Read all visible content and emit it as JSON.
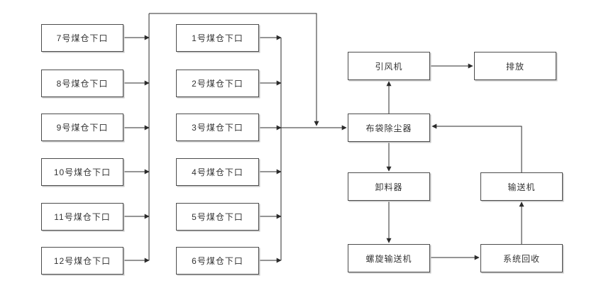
{
  "diagram": {
    "type": "process-flowchart",
    "background_color": "#ffffff",
    "line_color": "#2b2b2b",
    "box_border_color": "#4c4c4c",
    "text_color": "#333333",
    "nodes": [
      {
        "id": "bunker-7",
        "label": "7号煤仓下口"
      },
      {
        "id": "bunker-8",
        "label": "8号煤仓下口"
      },
      {
        "id": "bunker-9",
        "label": "9号煤仓下口"
      },
      {
        "id": "bunker-10",
        "label": "10号煤仓下口"
      },
      {
        "id": "bunker-11",
        "label": "11号煤仓下口"
      },
      {
        "id": "bunker-12",
        "label": "12号煤仓下口"
      },
      {
        "id": "bunker-1",
        "label": "1号煤仓下口"
      },
      {
        "id": "bunker-2",
        "label": "2号煤仓下口"
      },
      {
        "id": "bunker-3",
        "label": "3号煤仓下口"
      },
      {
        "id": "bunker-4",
        "label": "4号煤仓下口"
      },
      {
        "id": "bunker-5",
        "label": "5号煤仓下口"
      },
      {
        "id": "bunker-6",
        "label": "6号煤仓下口"
      },
      {
        "id": "induced-draft-fan",
        "label": "引风机"
      },
      {
        "id": "discharge",
        "label": "排放"
      },
      {
        "id": "bag-dust-collector",
        "label": "布袋除尘器"
      },
      {
        "id": "unloader",
        "label": "卸料器"
      },
      {
        "id": "conveyor",
        "label": "输送机"
      },
      {
        "id": "screw-conveyor",
        "label": "螺旋输送机"
      },
      {
        "id": "system-recovery",
        "label": "系统回收"
      }
    ],
    "edges": [
      {
        "from": "bunker-7",
        "to": "bag-dust-collector"
      },
      {
        "from": "bunker-8",
        "to": "bag-dust-collector"
      },
      {
        "from": "bunker-9",
        "to": "bag-dust-collector"
      },
      {
        "from": "bunker-10",
        "to": "bag-dust-collector"
      },
      {
        "from": "bunker-11",
        "to": "bag-dust-collector"
      },
      {
        "from": "bunker-12",
        "to": "bag-dust-collector"
      },
      {
        "from": "bunker-1",
        "to": "bag-dust-collector"
      },
      {
        "from": "bunker-2",
        "to": "bag-dust-collector"
      },
      {
        "from": "bunker-3",
        "to": "bag-dust-collector"
      },
      {
        "from": "bunker-4",
        "to": "bag-dust-collector"
      },
      {
        "from": "bunker-5",
        "to": "bag-dust-collector"
      },
      {
        "from": "bunker-6",
        "to": "bag-dust-collector"
      },
      {
        "from": "bag-dust-collector",
        "to": "induced-draft-fan"
      },
      {
        "from": "induced-draft-fan",
        "to": "discharge"
      },
      {
        "from": "bag-dust-collector",
        "to": "unloader"
      },
      {
        "from": "unloader",
        "to": "screw-conveyor"
      },
      {
        "from": "screw-conveyor",
        "to": "system-recovery"
      },
      {
        "from": "system-recovery",
        "to": "conveyor"
      },
      {
        "from": "conveyor",
        "to": "bag-dust-collector"
      }
    ]
  }
}
